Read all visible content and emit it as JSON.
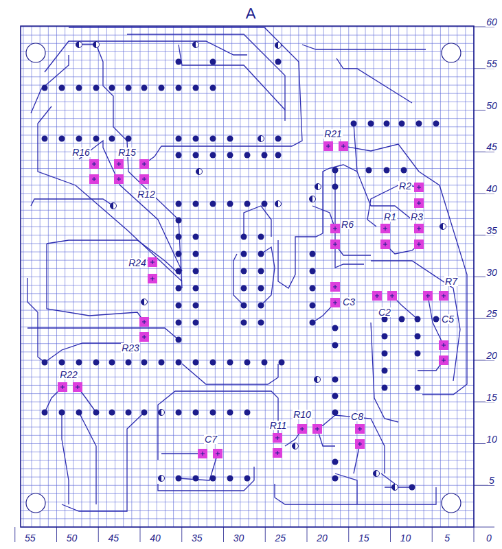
{
  "diagram": {
    "labels": [
      "A",
      "R21",
      "R15",
      "R16",
      "R2",
      "R12",
      "R1",
      "R3",
      "R6",
      "R24",
      "R7",
      "C3",
      "C2",
      "C5",
      "R23",
      "R22",
      "R10",
      "C8",
      "R11",
      "C7",
      "60",
      "55",
      "50",
      "45",
      "40",
      "35",
      "30",
      "25",
      "20",
      "15",
      "10",
      "5",
      "55",
      "50",
      "45",
      "40",
      "35",
      "30",
      "25",
      "20",
      "15",
      "10",
      "5",
      "0"
    ]
  }
}
